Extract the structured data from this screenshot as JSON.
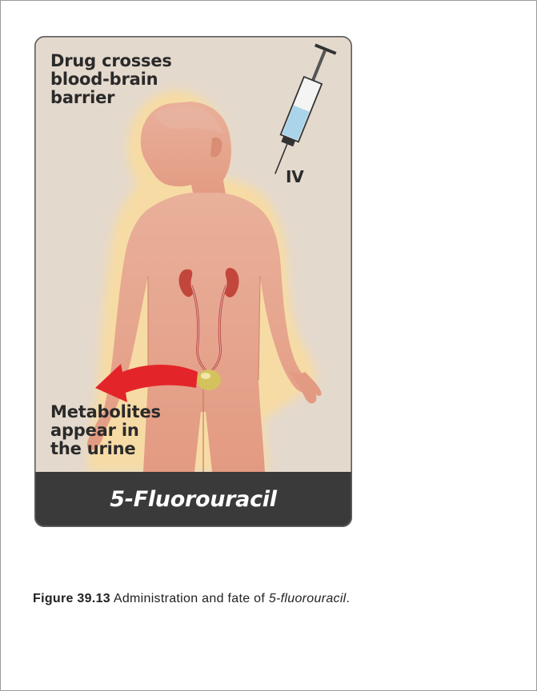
{
  "figure": {
    "label_top": "Drug crosses\nblood-brain\nbarrier",
    "label_iv": "IV",
    "label_bottom": "Metabolites\nappear in\nthe urine",
    "banner": "5-Fluorouracil"
  },
  "caption": {
    "figure_number": "Figure 39.13",
    "text": " Administration and fate of ",
    "drug": "5-fluorouracil",
    "end": "."
  },
  "colors": {
    "card_background": "#e4d9cd",
    "body_fill": "#e6a48c",
    "body_glow": "#f6dba6",
    "kidney": "#c2463b",
    "bladder": "#d2c05a",
    "arrow": "#e3252a",
    "syringe_liquid": "#a9d4ea",
    "banner": "#3a3a3a"
  }
}
